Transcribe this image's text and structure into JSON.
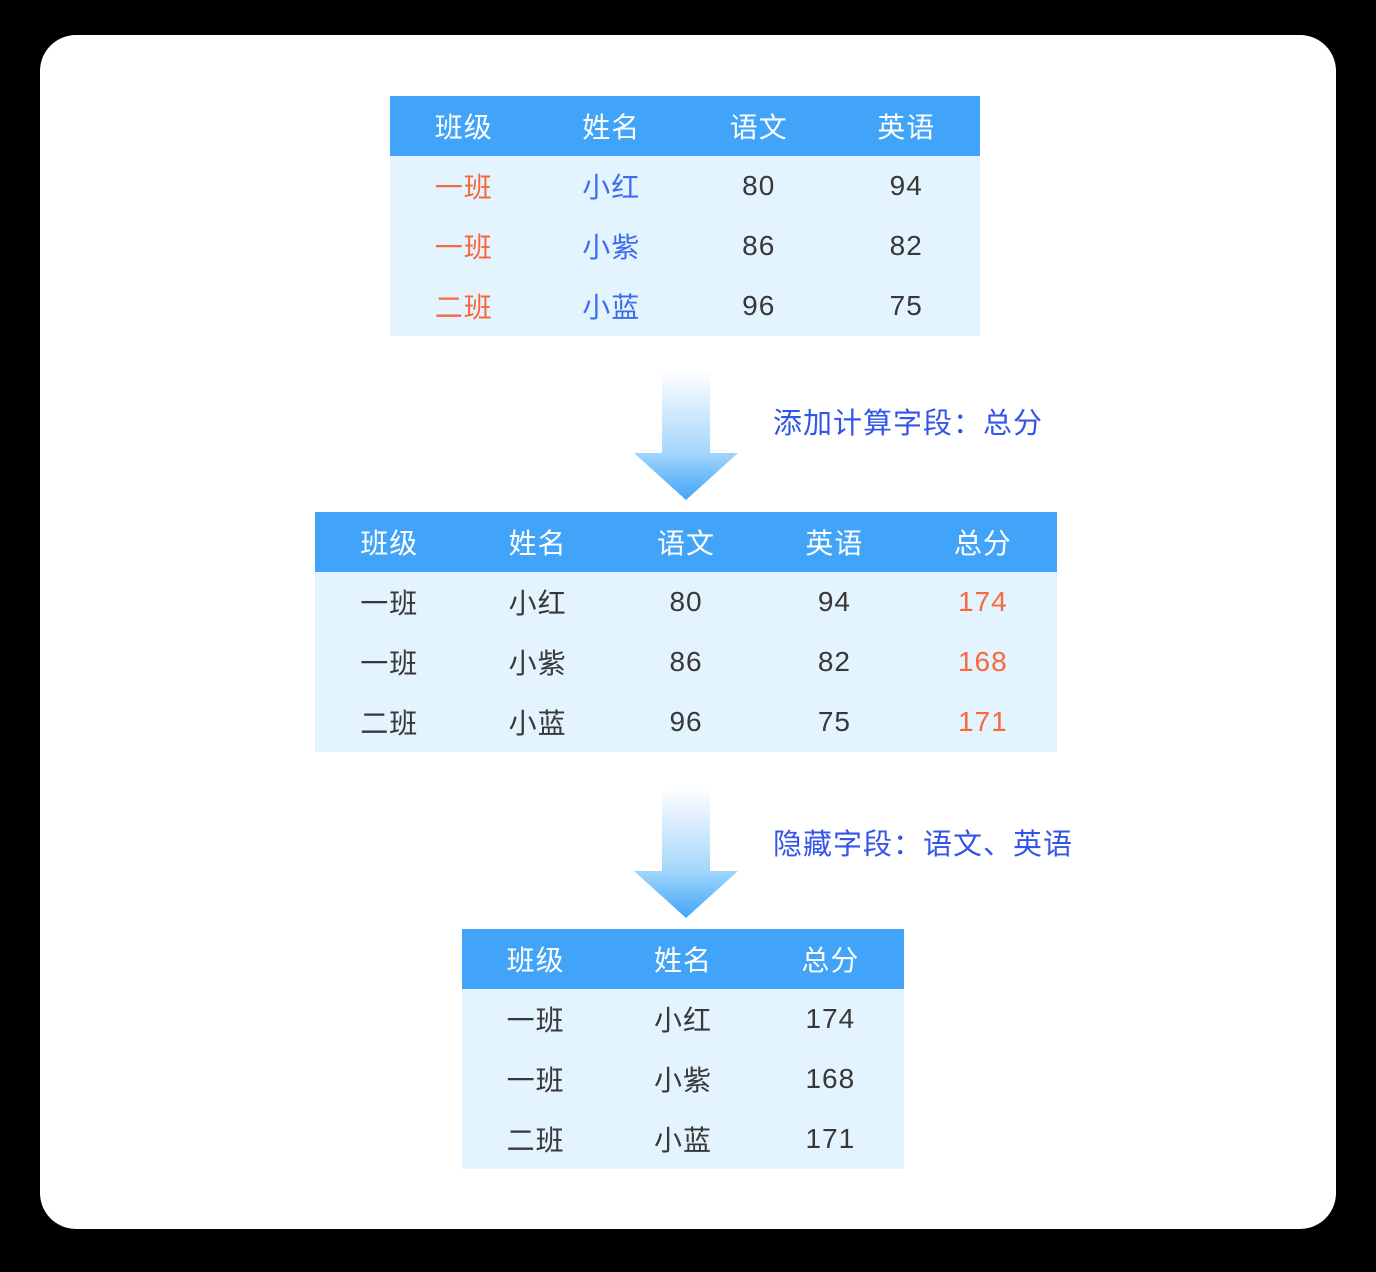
{
  "colors": {
    "page_bg": "#000000",
    "card_bg": "#ffffff",
    "header_bg": "#41a4f8",
    "header_text": "#ffffff",
    "body_bg": "#e3f4fe",
    "dark_text": "#383838",
    "orange_text": "#f8683c",
    "blue_text": "#3d6cef",
    "label_text": "#3355e8",
    "arrow_blue": "#41a5f8"
  },
  "steps": [
    {
      "label": "添加计算字段：总分",
      "icon": "down-arrow-icon"
    },
    {
      "label": "隐藏字段：语文、英语",
      "icon": "down-arrow-icon"
    }
  ],
  "tables": [
    {
      "name": "source-table",
      "headers": [
        "班级",
        "姓名",
        "语文",
        "英语"
      ],
      "rows": [
        [
          {
            "t": "一班",
            "c": "orange"
          },
          {
            "t": "小红",
            "c": "blue"
          },
          {
            "t": "80",
            "c": "dark"
          },
          {
            "t": "94",
            "c": "dark"
          }
        ],
        [
          {
            "t": "一班",
            "c": "orange"
          },
          {
            "t": "小紫",
            "c": "blue"
          },
          {
            "t": "86",
            "c": "dark"
          },
          {
            "t": "82",
            "c": "dark"
          }
        ],
        [
          {
            "t": "二班",
            "c": "orange"
          },
          {
            "t": "小蓝",
            "c": "blue"
          },
          {
            "t": "96",
            "c": "dark"
          },
          {
            "t": "75",
            "c": "dark"
          }
        ]
      ]
    },
    {
      "name": "calculated-field-table",
      "headers": [
        "班级",
        "姓名",
        "语文",
        "英语",
        "总分"
      ],
      "rows": [
        [
          {
            "t": "一班",
            "c": "dark"
          },
          {
            "t": "小红",
            "c": "dark"
          },
          {
            "t": "80",
            "c": "dark"
          },
          {
            "t": "94",
            "c": "dark"
          },
          {
            "t": "174",
            "c": "orange"
          }
        ],
        [
          {
            "t": "一班",
            "c": "dark"
          },
          {
            "t": "小紫",
            "c": "dark"
          },
          {
            "t": "86",
            "c": "dark"
          },
          {
            "t": "82",
            "c": "dark"
          },
          {
            "t": "168",
            "c": "orange"
          }
        ],
        [
          {
            "t": "二班",
            "c": "dark"
          },
          {
            "t": "小蓝",
            "c": "dark"
          },
          {
            "t": "96",
            "c": "dark"
          },
          {
            "t": "75",
            "c": "dark"
          },
          {
            "t": "171",
            "c": "orange"
          }
        ]
      ]
    },
    {
      "name": "hidden-fields-table",
      "headers": [
        "班级",
        "姓名",
        "总分"
      ],
      "rows": [
        [
          {
            "t": "一班",
            "c": "dark"
          },
          {
            "t": "小红",
            "c": "dark"
          },
          {
            "t": "174",
            "c": "dark"
          }
        ],
        [
          {
            "t": "一班",
            "c": "dark"
          },
          {
            "t": "小紫",
            "c": "dark"
          },
          {
            "t": "168",
            "c": "dark"
          }
        ],
        [
          {
            "t": "二班",
            "c": "dark"
          },
          {
            "t": "小蓝",
            "c": "dark"
          },
          {
            "t": "171",
            "c": "dark"
          }
        ]
      ]
    }
  ]
}
